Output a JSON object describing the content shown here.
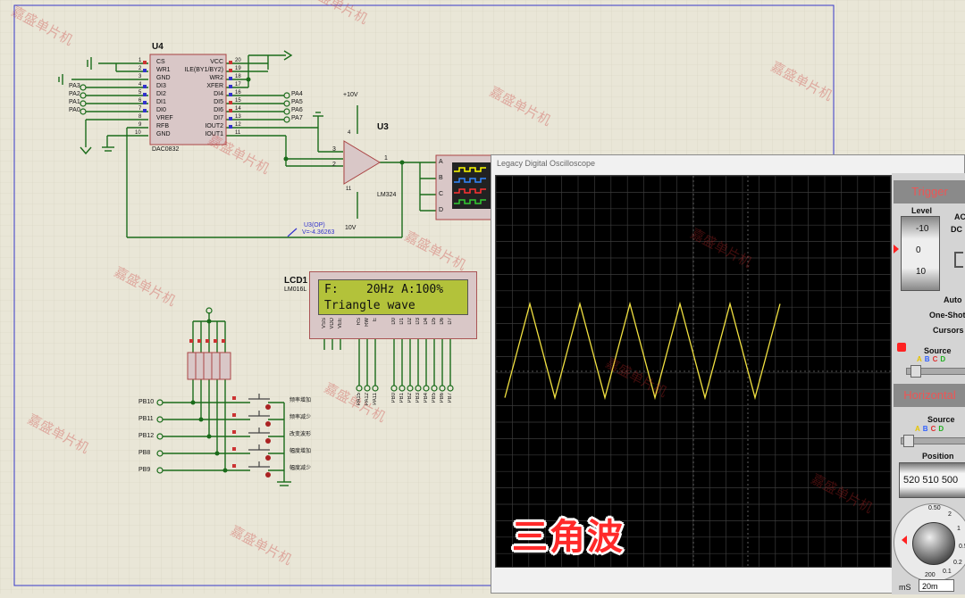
{
  "watermark": "嘉盛单片机",
  "schematic": {
    "dac": {
      "ref": "U4",
      "part": "DAC0832",
      "left_pins": [
        {
          "num": "1",
          "name": "CS"
        },
        {
          "num": "2",
          "name": "WR1"
        },
        {
          "num": "3",
          "name": "GND"
        },
        {
          "num": "4",
          "name": "DI3"
        },
        {
          "num": "5",
          "name": "DI2"
        },
        {
          "num": "6",
          "name": "DI1"
        },
        {
          "num": "7",
          "name": "DI0"
        },
        {
          "num": "8",
          "name": "VREF"
        },
        {
          "num": "9",
          "name": "RFB"
        },
        {
          "num": "10",
          "name": "GND"
        }
      ],
      "right_pins": [
        {
          "num": "20",
          "name": "VCC"
        },
        {
          "num": "19",
          "name": "ILE(BY1/BY2)"
        },
        {
          "num": "18",
          "name": "WR2"
        },
        {
          "num": "17",
          "name": "XFER"
        },
        {
          "num": "16",
          "name": "DI4"
        },
        {
          "num": "15",
          "name": "DI5"
        },
        {
          "num": "14",
          "name": "DI6"
        },
        {
          "num": "13",
          "name": "DI7"
        },
        {
          "num": "12",
          "name": "IOUT2"
        },
        {
          "num": "11",
          "name": "IOUT1"
        }
      ],
      "left_ports": [
        "PA3",
        "PA2",
        "PA1",
        "PA0"
      ],
      "right_ports": [
        "PA4",
        "PA5",
        "PA6",
        "PA7"
      ]
    },
    "opamp": {
      "ref": "U3",
      "part": "LM324",
      "supply_pos": "+10V",
      "supply_neg": "10V",
      "pin_plus": "3",
      "pin_minus": "2",
      "pin_out": "1",
      "pin_top": "4",
      "pin_bottom": "11",
      "probe_name": "U3(OP)",
      "probe_value": "V=-4.36263"
    },
    "scope_inputs": [
      "A",
      "B",
      "C",
      "D"
    ],
    "lcd": {
      "ref": "LCD1",
      "part": "LM016L",
      "line1": "F:    20Hz A:100%",
      "line2": "Triangle wave",
      "pins": [
        "VSS",
        "VDD",
        "VEE",
        "RS",
        "RW",
        "E",
        "D0",
        "D1",
        "D2",
        "D3",
        "D4",
        "D5",
        "D6",
        "D7"
      ],
      "ports": [
        "PA15",
        "PA12",
        "PA11",
        "PB0",
        "PB1",
        "PB2",
        "PB3",
        "PB4",
        "PB5",
        "PB6",
        "PB7"
      ]
    },
    "buttons": [
      {
        "port": "PB10",
        "label": "频率增加"
      },
      {
        "port": "PB11",
        "label": "频率减少"
      },
      {
        "port": "PB12",
        "label": "改变波形"
      },
      {
        "port": "PB8",
        "label": "幅度增加"
      },
      {
        "port": "PB9",
        "label": "幅度减少"
      }
    ]
  },
  "oscilloscope": {
    "title": "Legacy Digital Oscilloscope",
    "caption": "三角波",
    "trigger": {
      "header": "Trigger",
      "level_label": "Level",
      "level_ticks": [
        "-10",
        "0",
        "10"
      ],
      "ac": "AC",
      "dc": "DC",
      "auto": "Auto",
      "one_shot": "One-Shot",
      "cursors": "Cursors",
      "source": "Source",
      "channels": [
        "A",
        "B",
        "C",
        "D"
      ]
    },
    "horizontal": {
      "header": "Horizontal",
      "source": "Source",
      "channels": [
        "A",
        "B",
        "C",
        "D"
      ],
      "position": "Position",
      "position_readout": "520 510 500",
      "dial_values": [
        "0.50",
        "2",
        "1",
        "0.5",
        "0.2",
        "0.1",
        "200"
      ],
      "unit": "mS",
      "timebase_value": "20m"
    },
    "trace_color": "#f0e040",
    "trace": {
      "cycles": 5.5,
      "peak_fraction": 0.24
    }
  }
}
